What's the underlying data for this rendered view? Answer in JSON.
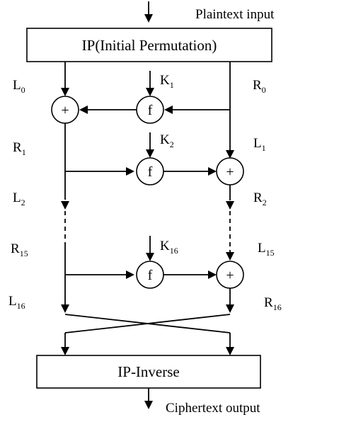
{
  "input_label": "Plaintext input",
  "output_label": "Ciphertext output",
  "ip_box": "IP(Initial Permutation)",
  "ip_inverse_box": "IP-Inverse",
  "function_symbol": "f",
  "xor_symbol": "+",
  "keys": [
    {
      "letter": "K",
      "sub": "1"
    },
    {
      "letter": "K",
      "sub": "2"
    },
    {
      "letter": "K",
      "sub": "16"
    }
  ],
  "left_labels": [
    {
      "letter": "L",
      "sub": "0"
    },
    {
      "letter": "R",
      "sub": "1"
    },
    {
      "letter": "L",
      "sub": "2"
    },
    {
      "letter": "R",
      "sub": "15"
    },
    {
      "letter": "L",
      "sub": "16"
    }
  ],
  "right_labels": [
    {
      "letter": "R",
      "sub": "0"
    },
    {
      "letter": "L",
      "sub": "1"
    },
    {
      "letter": "R",
      "sub": "2"
    },
    {
      "letter": "L",
      "sub": "15"
    },
    {
      "letter": "R",
      "sub": "16"
    }
  ]
}
